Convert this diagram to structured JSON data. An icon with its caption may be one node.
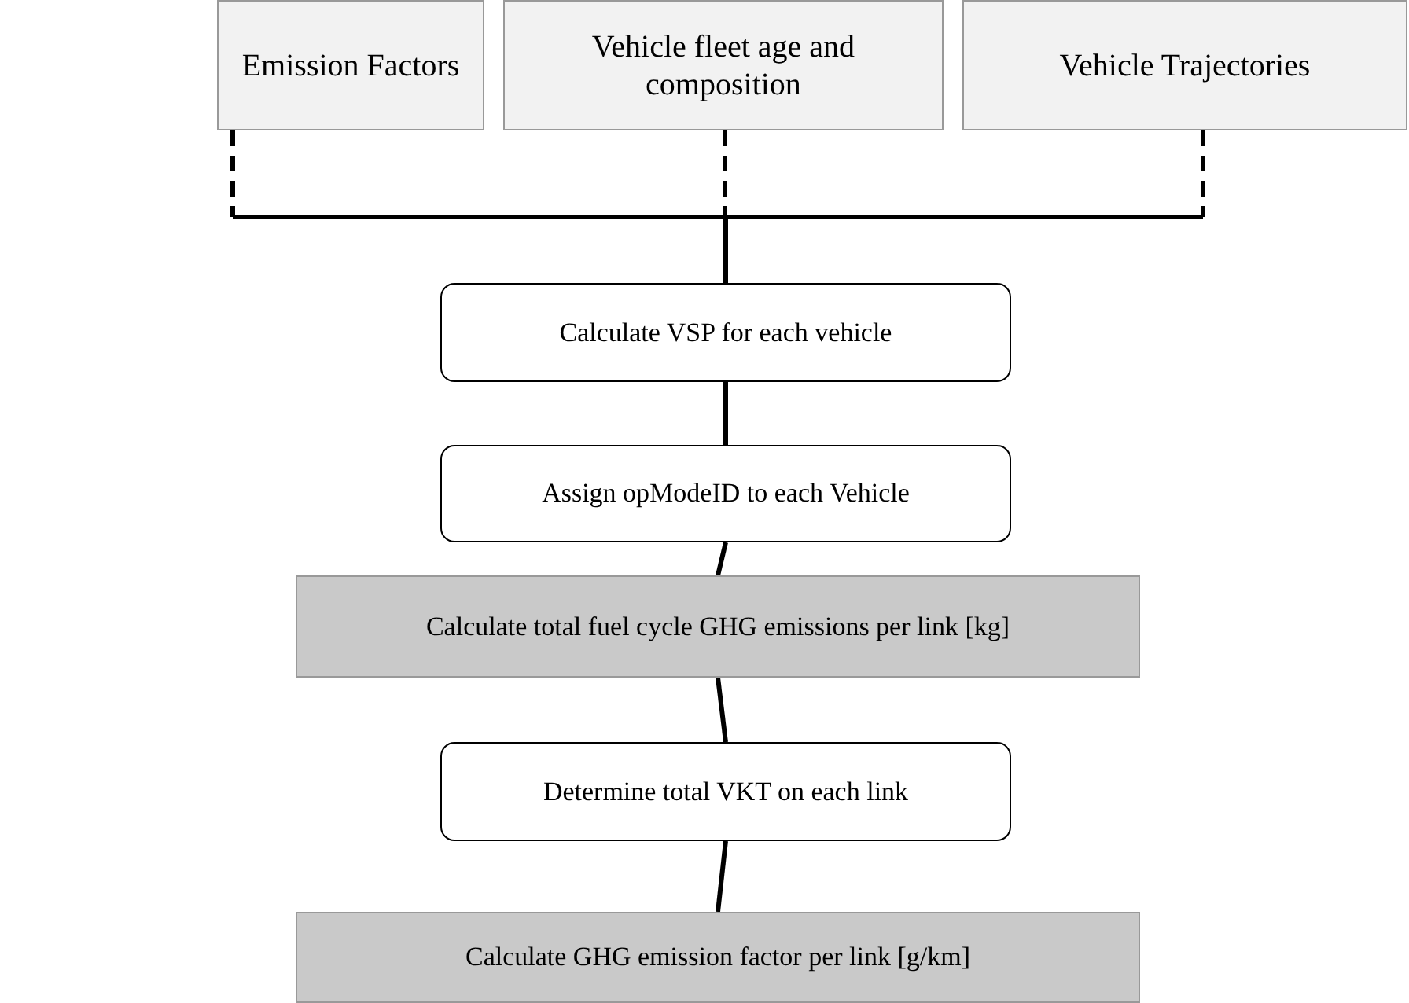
{
  "diagram": {
    "nodes": [
      {
        "text": [
          "Emission Factors"
        ]
      },
      {
        "text": [
          "Vehicle fleet age and composition"
        ]
      },
      {
        "text": [
          "Vehicle Trajectories"
        ]
      },
      {
        "text": [
          "Calculate VSP for each vehicle"
        ]
      },
      {
        "text": [
          "Assign opModeID to each Vehicle"
        ]
      },
      {
        "text": [
          "Calculate total fuel cycle GHG emissions per link [kg]"
        ]
      },
      {
        "text": [
          "Determine total VKT on each link"
        ]
      },
      {
        "text": [
          "Calculate GHG emission factor per link [g/km]"
        ]
      }
    ],
    "edges": [
      {
        "from": 0,
        "to": 3,
        "arrow": "none",
        "style": "dashed"
      },
      {
        "from": 1,
        "to": 3,
        "arrow": "none",
        "style": "dashed"
      },
      {
        "from": 2,
        "to": 3,
        "arrow": "none",
        "style": "dashed"
      },
      {
        "from": 3,
        "to": 4,
        "arrow": "none"
      },
      {
        "from": 4,
        "to": 5,
        "arrow": "none"
      },
      {
        "from": 5,
        "to": 6,
        "arrow": "none"
      },
      {
        "from": 6,
        "to": 7,
        "arrow": "none"
      }
    ]
  }
}
